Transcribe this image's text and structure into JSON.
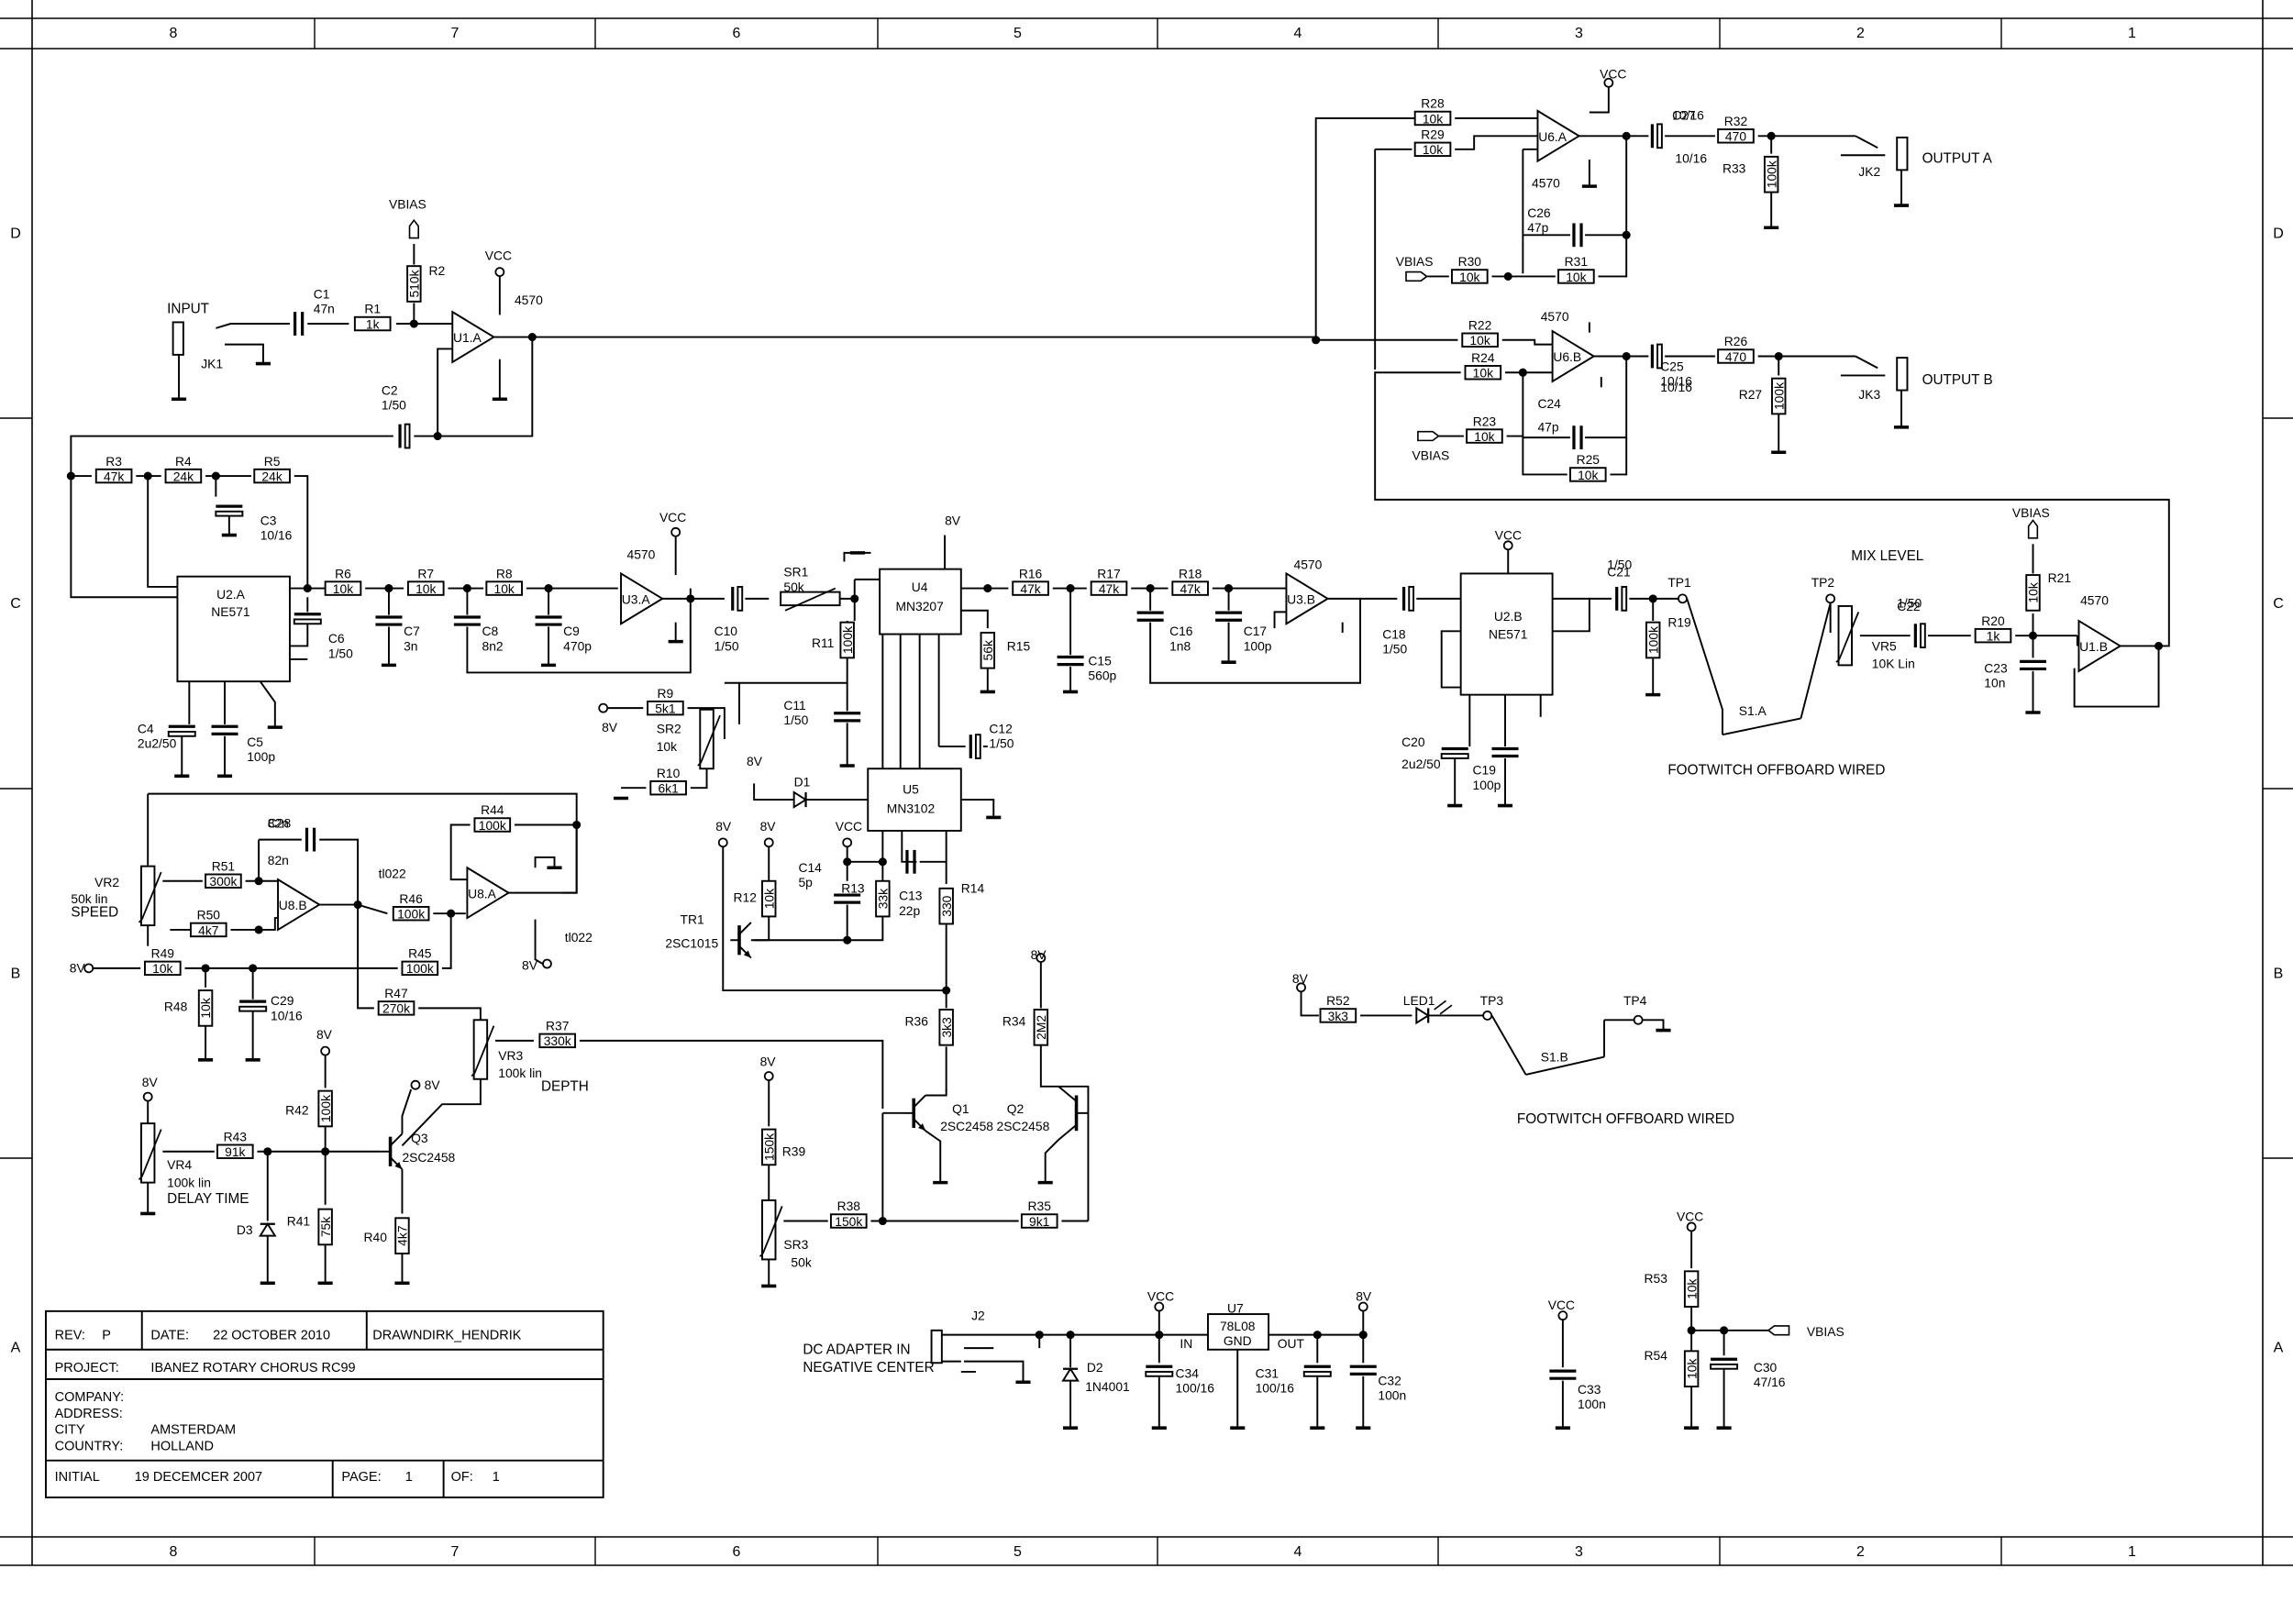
{
  "frame": {
    "columns": [
      "8",
      "7",
      "6",
      "5",
      "4",
      "3",
      "2",
      "1"
    ],
    "rows": [
      "D",
      "C",
      "B",
      "A"
    ]
  },
  "title_block": {
    "rev_label": "REV:",
    "rev_value": "P",
    "date_label": "DATE:",
    "date_value": "22 OCTOBER 2010",
    "drawn_by": "DRAWNDIRK_HENDRIK",
    "project_label": "PROJECT:",
    "project_value": "IBANEZ ROTARY CHORUS RC99",
    "company_label": "COMPANY:",
    "address_label": "ADDRESS:",
    "city_label": "CITY",
    "city_value": "AMSTERDAM",
    "country_label": "COUNTRY:",
    "country_value": "HOLLAND",
    "initial_label": "INITIAL",
    "initial_value": "19 DECEMCER 2007",
    "page_label": "PAGE:",
    "page_value": "1",
    "of_label": "OF:",
    "of_value": "1"
  },
  "annotations": {
    "input": "INPUT",
    "output_a": "OUTPUT A",
    "output_b": "OUTPUT B",
    "mix_level": "MIX LEVEL",
    "footswitch_1": "FOOTWITCH OFFBOARD WIRED",
    "footswitch_2": "FOOTWITCH OFFBOARD WIRED",
    "speed": "SPEED",
    "depth": "DEPTH",
    "delay_time": "DELAY TIME",
    "dc_adapter_1": "DC ADAPTER IN",
    "dc_adapter_2": "NEGATIVE CENTER"
  },
  "ics": {
    "u1a": {
      "ref": "U1.A",
      "part": "4570"
    },
    "u1b": {
      "ref": "U1.B",
      "part": "4570"
    },
    "u2a": {
      "ref": "U2.A",
      "part": "NE571"
    },
    "u2b": {
      "ref": "U2.B",
      "part": "NE571"
    },
    "u3a": {
      "ref": "U3.A",
      "part": "4570"
    },
    "u3b": {
      "ref": "U3.B",
      "part": "4570"
    },
    "u4": {
      "ref": "U4",
      "part": "MN3207"
    },
    "u5": {
      "ref": "U5",
      "part": "MN3102"
    },
    "u6a": {
      "ref": "U6.A",
      "part": "4570"
    },
    "u6b": {
      "ref": "U6.B",
      "part": "4570"
    },
    "u8a": {
      "ref": "U8.A",
      "part": "tl022"
    },
    "u8b": {
      "ref": "U8.B",
      "part": "tl022"
    },
    "u7": {
      "ref": "U7",
      "part": "78L08",
      "pin_in": "IN",
      "pin_gnd": "GND",
      "pin_out": "OUT"
    }
  },
  "resistors": {
    "r1": [
      "R1",
      "1k"
    ],
    "r2": [
      "R2",
      "510k"
    ],
    "r3": [
      "R3",
      "47k"
    ],
    "r4": [
      "R4",
      "24k"
    ],
    "r5": [
      "R5",
      "24k"
    ],
    "r6": [
      "R6",
      "10k"
    ],
    "r7": [
      "R7",
      "10k"
    ],
    "r8": [
      "R8",
      "10k"
    ],
    "r9": [
      "R9",
      "5k1"
    ],
    "r10": [
      "R10",
      "6k1"
    ],
    "r11": [
      "R11",
      "100k"
    ],
    "r12": [
      "R12",
      "10k"
    ],
    "r13": [
      "R13",
      "33k"
    ],
    "r14": [
      "R14",
      "330"
    ],
    "r15": [
      "R15",
      "56k"
    ],
    "r16": [
      "R16",
      "47k"
    ],
    "r17": [
      "R17",
      "47k"
    ],
    "r18": [
      "R18",
      "47k"
    ],
    "r19": [
      "R19",
      "100k"
    ],
    "r20": [
      "R20",
      "1k"
    ],
    "r21": [
      "R21",
      "10k"
    ],
    "r22": [
      "R22",
      "10k"
    ],
    "r23": [
      "R23",
      "10k"
    ],
    "r24": [
      "R24",
      "10k"
    ],
    "r25": [
      "R25",
      "10k"
    ],
    "r26": [
      "R26",
      "470"
    ],
    "r27": [
      "R27",
      "100k"
    ],
    "r28": [
      "R28",
      "10k"
    ],
    "r29": [
      "R29",
      "10k"
    ],
    "r30": [
      "R30",
      "10k"
    ],
    "r31": [
      "R31",
      "10k"
    ],
    "r32": [
      "R32",
      "470"
    ],
    "r33": [
      "R33",
      "100k"
    ],
    "r34": [
      "R34",
      "2M2"
    ],
    "r35": [
      "R35",
      "9k1"
    ],
    "r36": [
      "R36",
      "3k3"
    ],
    "r37": [
      "R37",
      "330k"
    ],
    "r38": [
      "R38",
      "150k"
    ],
    "r39": [
      "R39",
      "150k"
    ],
    "r40": [
      "R40",
      "4k7"
    ],
    "r41": [
      "R41",
      "75k"
    ],
    "r42": [
      "R42",
      "100k"
    ],
    "r43": [
      "R43",
      "91k"
    ],
    "r44": [
      "R44",
      "100k"
    ],
    "r45": [
      "R45",
      "100k"
    ],
    "r46": [
      "R46",
      "100k"
    ],
    "r47": [
      "R47",
      "270k"
    ],
    "r48": [
      "R48",
      "10k"
    ],
    "r49": [
      "R49",
      "10k"
    ],
    "r50": [
      "R50",
      "4k7"
    ],
    "r51": [
      "R51",
      "300k"
    ],
    "r52": [
      "R52",
      "3k3"
    ],
    "r53": [
      "R53",
      "10k"
    ],
    "r54": [
      "R54",
      "10k"
    ]
  },
  "capacitors": {
    "c1": [
      "C1",
      "47n"
    ],
    "c2": [
      "C2",
      "1/50"
    ],
    "c3": [
      "C3",
      "10/16"
    ],
    "c4": [
      "C4",
      "2u2/50"
    ],
    "c5": [
      "C5",
      "100p"
    ],
    "c6": [
      "C6",
      "1/50"
    ],
    "c7": [
      "C7",
      "3n"
    ],
    "c8": [
      "C8",
      "8n2"
    ],
    "c9": [
      "C9",
      "470p"
    ],
    "c10": [
      "C10",
      "1/50"
    ],
    "c11": [
      "C11",
      "1/50"
    ],
    "c12": [
      "C12",
      "1/50"
    ],
    "c13": [
      "C13",
      "22p"
    ],
    "c14": [
      "C14",
      "5p"
    ],
    "c15": [
      "C15",
      "560p"
    ],
    "c16": [
      "C16",
      "1n8"
    ],
    "c17": [
      "C17",
      "100p"
    ],
    "c18": [
      "C18",
      "1/50"
    ],
    "c19": [
      "C19",
      "100p"
    ],
    "c20": [
      "C20",
      "2u2/50"
    ],
    "c21": [
      "C21",
      "1/50"
    ],
    "c22": [
      "C22",
      "1/50"
    ],
    "c23": [
      "C23",
      "10n"
    ],
    "c24": [
      "C24",
      "47p"
    ],
    "c25": [
      "C25",
      "10/16"
    ],
    "c26": [
      "C26",
      "47p"
    ],
    "c27": [
      "C27",
      "10/16"
    ],
    "c28": [
      "C28",
      "82n"
    ],
    "c29": [
      "C29",
      "10/16"
    ],
    "c30": [
      "C30",
      "47/16"
    ],
    "c31": [
      "C31",
      "100/16"
    ],
    "c32": [
      "C32",
      "100n"
    ],
    "c33": [
      "C33",
      "100n"
    ],
    "c34": [
      "C34",
      "100/16"
    ]
  },
  "pots": {
    "vr2": [
      "VR2",
      "50k lin"
    ],
    "vr3": [
      "VR3",
      "100k lin"
    ],
    "vr4": [
      "VR4",
      "100k lin"
    ],
    "vr5": [
      "VR5",
      "10K Lin"
    ],
    "sr1": [
      "SR1",
      "50k"
    ],
    "sr2": [
      "SR2",
      "10k"
    ],
    "sr3": [
      "SR3",
      "50k"
    ]
  },
  "semis": {
    "q1": [
      "Q1",
      "2SC2458"
    ],
    "q2": [
      "Q2",
      "2SC2458"
    ],
    "q3": [
      "Q3",
      "2SC2458"
    ],
    "tr1": [
      "TR1",
      "2SC1015"
    ],
    "d1": "D1",
    "d2": [
      "D2",
      "1N4001"
    ],
    "d3": "D3",
    "led1": "LED1"
  },
  "connectors": {
    "jk1": "JK1",
    "jk2": "JK2",
    "jk3": "JK3",
    "j2": "J2",
    "s1a": "S1.A",
    "s1b": "S1.B",
    "tp1": "TP1",
    "tp2": "TP2",
    "tp3": "TP3",
    "tp4": "TP4"
  },
  "nets": {
    "vcc": "VCC",
    "vbias": "VBIAS",
    "v8": "8V"
  },
  "colors": {
    "ink": "#000000",
    "paper": "#ffffff"
  }
}
